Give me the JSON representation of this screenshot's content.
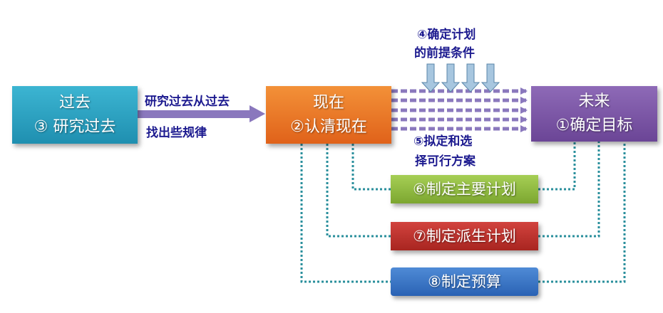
{
  "boxes": {
    "past": {
      "line1": "过去",
      "line2": "③ 研究过去"
    },
    "present": {
      "line1": "现在",
      "line2": "②认清现在"
    },
    "future": {
      "line1": "未来",
      "line2": "①确定目标"
    }
  },
  "notes": {
    "past_line1": "研究过去从过去",
    "past_line2": "找出些规律",
    "premise_line1": "④确定计划",
    "premise_line2": "的前提条件",
    "alternatives_line1": "⑤拟定和选",
    "alternatives_line2": "择可行方案"
  },
  "plans": {
    "main": "⑥制定主要计划",
    "derived": "⑦制定派生计划",
    "budget": "⑧制定预算"
  },
  "colors": {
    "past": "#2ba3c4",
    "present": "#ea7a28",
    "future": "#7a55a6",
    "main_plan": "#8fbb3f",
    "derived_plan": "#bd332e",
    "budget": "#3a76c6",
    "arrow_purple": "#8a78bd",
    "arrow_premise": "#a7c6df",
    "dotted_teal": "#2a8f9c",
    "note_text": "#1c1a8f"
  }
}
